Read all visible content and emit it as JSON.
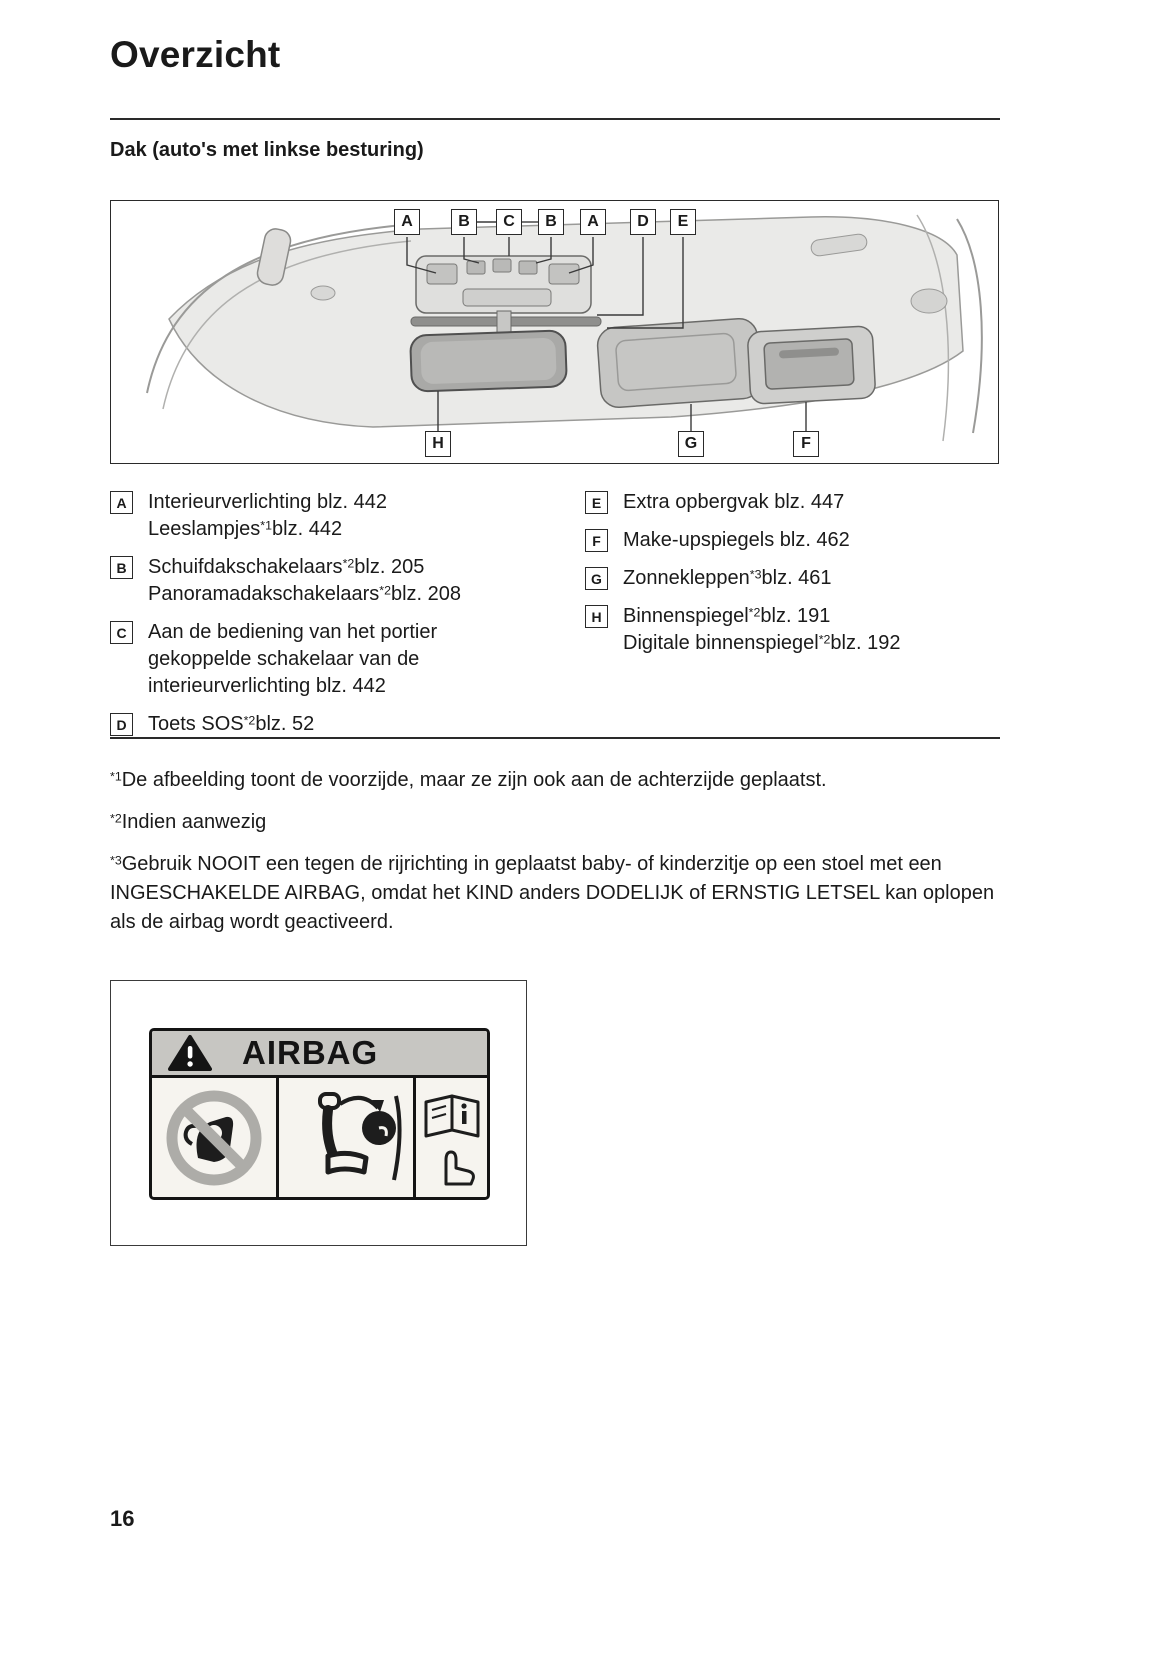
{
  "page": {
    "title": "Overzicht",
    "page_number": "16"
  },
  "section": {
    "heading": "Dak (auto's met linkse besturing)"
  },
  "figure": {
    "callouts_top": [
      "A",
      "B",
      "C",
      "B",
      "A",
      "D",
      "E"
    ],
    "callouts_bottom": [
      "H",
      "G",
      "F"
    ]
  },
  "legend": {
    "left": [
      {
        "letter": "A",
        "lines": [
          {
            "pre": "Interieurverlichting blz. 442"
          },
          {
            "pre": "Leeslampjes",
            "sup": "*1",
            "post": "blz. 442"
          }
        ]
      },
      {
        "letter": "B",
        "lines": [
          {
            "pre": "Schuifdakschakelaars",
            "sup": "*2",
            "post": "blz. 205"
          },
          {
            "pre": "Panoramadakschakelaars",
            "sup": "*2",
            "post": "blz. 208"
          }
        ]
      },
      {
        "letter": "C",
        "lines": [
          {
            "pre": "Aan de bediening van het portier"
          },
          {
            "pre": "gekoppelde schakelaar van de"
          },
          {
            "pre": "interieurverlichting blz. 442"
          }
        ]
      },
      {
        "letter": "D",
        "lines": [
          {
            "pre": "Toets SOS",
            "sup": "*2",
            "post": "blz. 52"
          }
        ]
      }
    ],
    "right": [
      {
        "letter": "E",
        "lines": [
          {
            "pre": "Extra opbergvak blz. 447"
          }
        ]
      },
      {
        "letter": "F",
        "lines": [
          {
            "pre": "Make-upspiegels blz. 462"
          }
        ]
      },
      {
        "letter": "G",
        "lines": [
          {
            "pre": "Zonnekleppen",
            "sup": "*3",
            "post": "blz. 461"
          }
        ]
      },
      {
        "letter": "H",
        "lines": [
          {
            "pre": "Binnenspiegel",
            "sup": "*2",
            "post": "blz. 191"
          },
          {
            "pre": "Digitale binnenspiegel",
            "sup": "*2",
            "post": "blz. 192"
          }
        ]
      }
    ]
  },
  "footnotes": [
    {
      "sup": "*1",
      "text": "De afbeelding toont de voorzijde, maar ze zijn ook aan de achterzijde geplaatst."
    },
    {
      "sup": "*2",
      "text": "Indien aanwezig"
    },
    {
      "sup": "*3",
      "text": "Gebruik NOOIT een tegen de rijrichting in geplaatst baby- of kinderzitje op een stoel met een INGESCHAKELDE AIRBAG, omdat het KIND anders DODELIJK of ERNSTIG LETSEL kan oplopen als de airbag wordt geactiveerd."
    }
  ],
  "airbag_label": {
    "title": "AIRBAG"
  },
  "colors": {
    "text": "#1a1a1a",
    "label_header": "#c7c6c2",
    "label_bg": "#f6f4ef",
    "illustration_fill": "#eaeae8"
  }
}
